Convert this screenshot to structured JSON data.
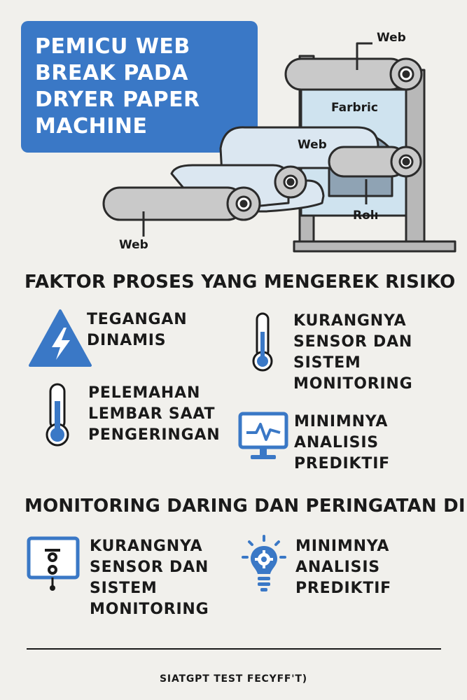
{
  "title": {
    "lines": [
      "PEMICU WEB",
      "BREAK PADA",
      "DRYER PAPER",
      "MACHINE"
    ]
  },
  "diagram": {
    "label_web_top": "Web",
    "label_fabric": "Farbric",
    "label_web_mid": "Web",
    "label_roll": "Rolı",
    "label_web_bottom": "Web"
  },
  "section1": {
    "title": "FAKTOR PROSES YANG MENGEREK RISIKO",
    "items": [
      {
        "icon": "warning-lightning-icon",
        "lines": [
          "TEGANGAN",
          "DINAMIS"
        ]
      },
      {
        "icon": "thermometer-icon",
        "lines": [
          "KURANGNYA",
          "SENSOR DAN",
          "SISTEM",
          "MONITORING"
        ]
      },
      {
        "icon": "thermometer-icon",
        "lines": [
          "PELEMAHAN",
          "LEMBAR SAAT",
          "PENGERINGAN"
        ]
      },
      {
        "icon": "monitor-waveform-icon",
        "lines": [
          "MINIMNYA",
          "ANALISIS",
          "PREDIKTIF"
        ]
      }
    ]
  },
  "section2": {
    "title": "MONITORING DARING DAN PERINGATAN DINI",
    "items": [
      {
        "icon": "monitor-sensor-icon",
        "lines": [
          "KURANGNYA",
          "SENSOR DAN",
          "SISTEM",
          "MONITORING"
        ]
      },
      {
        "icon": "lightbulb-gear-icon",
        "lines": [
          "MINIMNYA",
          "ANALISIS",
          "PREDIKTIF"
        ]
      }
    ]
  },
  "footer": "SIATGPT TEST FECYFF'T)",
  "colors": {
    "accent": "#3a78c6",
    "fabric": "#cfe3ef",
    "web": "#dbe7f1",
    "roller": "#c9c9c9",
    "background": "#f1f0ec"
  }
}
